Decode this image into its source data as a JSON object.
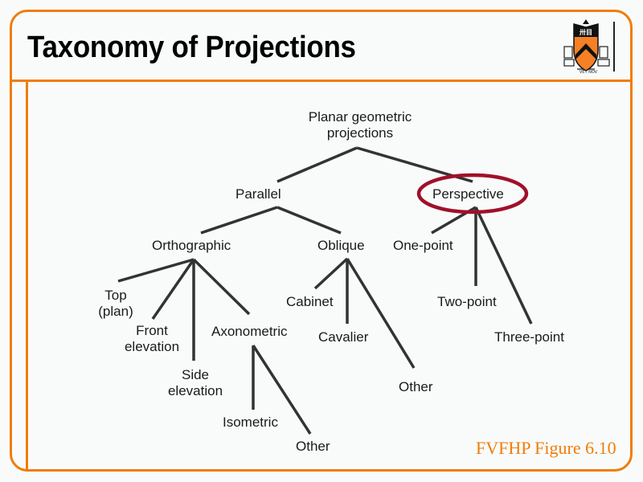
{
  "slide": {
    "title": "Taxonomy of Projections",
    "caption": "FVFHP Figure 6.10",
    "logo": "princeton-shield-icon",
    "colors": {
      "frame": "#f07d0a",
      "highlight_ellipse": "#a0102a",
      "line": "#333333",
      "text": "#1a1a1a",
      "caption": "#f07d0a"
    }
  },
  "tree": {
    "root": {
      "line1": "Planar geometric",
      "line2": "projections"
    },
    "parallel": "Parallel",
    "perspective": "Perspective",
    "orthographic": "Orthographic",
    "oblique": "Oblique",
    "one_point": "One-point",
    "two_point": "Two-point",
    "three_point": "Three-point",
    "top_plan": {
      "line1": "Top",
      "line2": "(plan)"
    },
    "front_elevation": {
      "line1": "Front",
      "line2": "elevation"
    },
    "side_elevation": {
      "line1": "Side",
      "line2": "elevation"
    },
    "axonometric": "Axonometric",
    "cabinet": "Cabinet",
    "cavalier": "Cavalier",
    "oblique_other": "Other",
    "isometric": "Isometric",
    "axonometric_other": "Other",
    "highlighted": "Perspective"
  }
}
